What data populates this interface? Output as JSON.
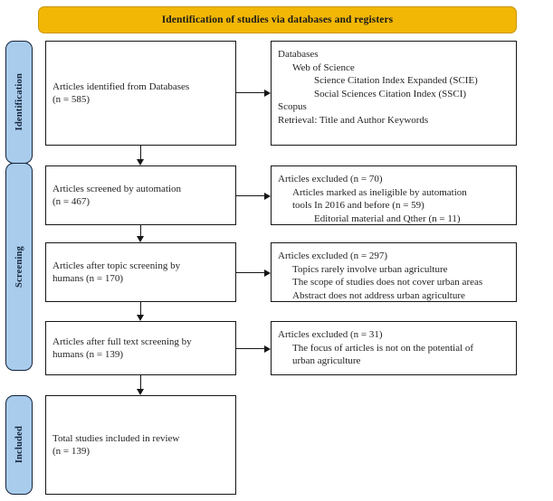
{
  "header": {
    "title": "Identification of studies via databases and registers",
    "background_color": "#F2B705",
    "text_color": "#1a1a1a"
  },
  "stages": {
    "identification": "Identification",
    "screening": "Screening",
    "included": "Included",
    "tab_color": "#A9CCEC",
    "tab_border_color": "#14233a"
  },
  "flow": {
    "identified": {
      "line1": "Articles identified from Databases",
      "line2": "(n = 585)"
    },
    "databases": {
      "line1": "Databases",
      "line2": "Web of Science",
      "line3": "Science Citation Index Expanded (SCIE)",
      "line4": "Social Sciences Citation Index (SSCI)",
      "line5": "Scopus",
      "line6": "Retrieval: Title and Author Keywords"
    },
    "auto_screened": {
      "line1": "Articles screened by automation",
      "line2": "(n = 467)"
    },
    "excluded_auto": {
      "line1": "Articles excluded (n = 70)",
      "line2": "Articles marked as ineligible by automation",
      "line3": "tools In 2016 and before (n = 59)",
      "line4": "Editorial material and Qther (n = 11)"
    },
    "topic_screened": {
      "line1": "Articles after topic screening by",
      "line2": "humans (n = 170)"
    },
    "excluded_topic": {
      "line1": "Articles excluded (n = 297)",
      "line2": "Topics rarely involve urban agriculture",
      "line3": "The scope of studies does not cover urban areas",
      "line4": "Abstract does not address urban agriculture"
    },
    "fulltext_screened": {
      "line1": "Articles after full text screening by",
      "line2": "humans (n = 139)"
    },
    "excluded_fulltext": {
      "line1": "Articles excluded (n = 31)",
      "line2": "The focus of articles is not on the potential of",
      "line3": "urban agriculture"
    },
    "included": {
      "line1": "Total studies included in review",
      "line2": "(n = 139)"
    }
  }
}
